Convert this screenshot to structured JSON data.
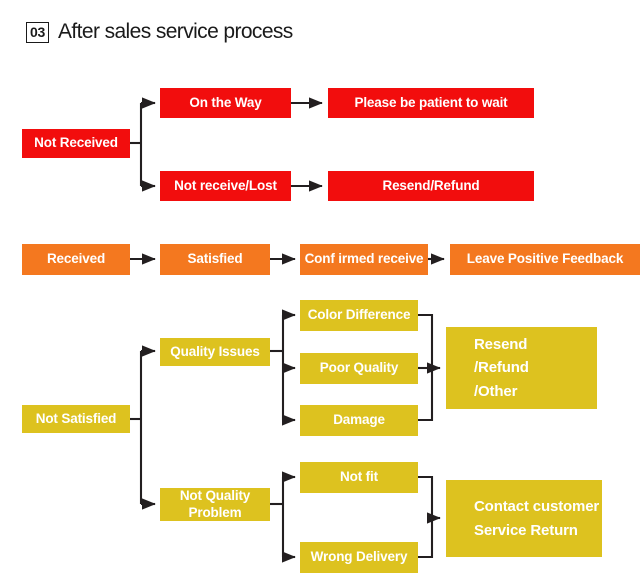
{
  "header": {
    "number": "03",
    "title": "After sales service process"
  },
  "colors": {
    "red": "#f20d0d",
    "orange": "#f4781f",
    "yellow": "#ddc21f",
    "connector": "#231f20",
    "background": "#ffffff",
    "node_text": "#ffffff",
    "header_text": "#1a1a1a"
  },
  "flow": {
    "not_received_branch": {
      "root": "Not Received",
      "paths": [
        {
          "stage": "On the Way",
          "outcome": "Please be patient to wait"
        },
        {
          "stage": "Not receive/Lost",
          "outcome": "Resend/Refund"
        }
      ]
    },
    "received_branch": {
      "root": "Received",
      "satisfied_chain": [
        "Satisfied",
        "Conf irmed receive",
        "Leave Positive Feedback"
      ],
      "not_satisfied": {
        "root": "Not Satisfied",
        "groups": [
          {
            "label": "Quality Issues",
            "reasons": [
              "Color Difference",
              "Poor Quality",
              "Damage"
            ],
            "outcome": "Resend\n/Refund\n/Other"
          },
          {
            "label": "Not Quality\nProblem",
            "reasons": [
              "Not fit",
              "Wrong Delivery"
            ],
            "outcome": "Contact customer\nService Return"
          }
        ]
      }
    }
  }
}
